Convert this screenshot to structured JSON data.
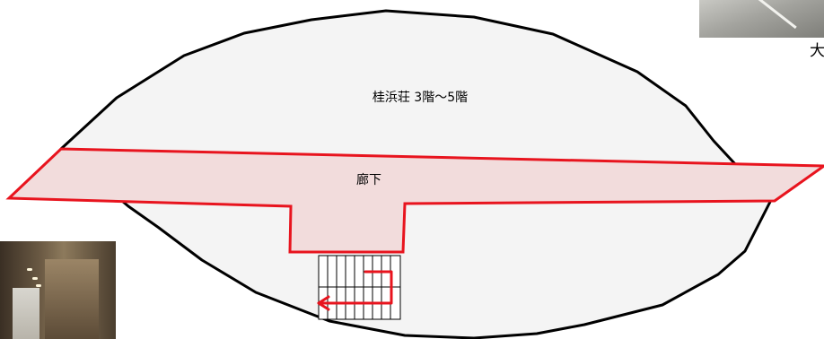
{
  "building_label": "桂浜荘 3階～5階",
  "corridor_label": "廊下",
  "clipped_text": "大",
  "colors": {
    "corridor_fill": "#f2dcdc",
    "corridor_stroke": "#e8141e",
    "floor_fill": "#f4f4f4",
    "outline": "#000000",
    "arrow": "#e8141e"
  },
  "icons": {
    "stairs": "stairs-icon",
    "route_arrow": "arrow-left-icon"
  }
}
